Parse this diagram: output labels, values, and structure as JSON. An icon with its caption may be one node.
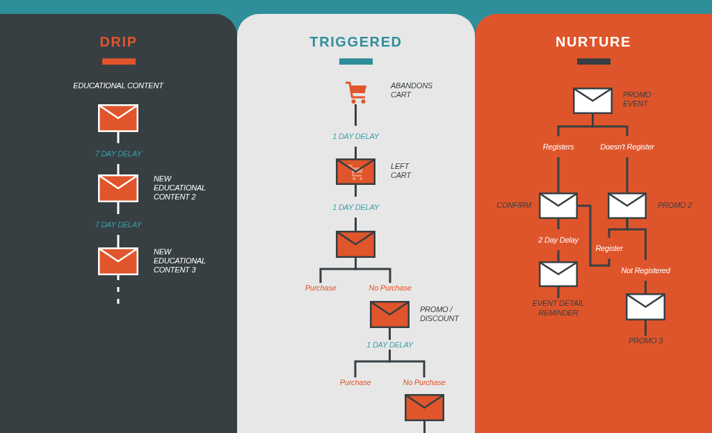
{
  "diagram": {
    "nodes": [
      {
        "text": [
          "DRIP"
        ]
      },
      {
        "text": [],
        "shape": "envelope",
        "beside": [
          "EDUCATIONAL CONTENT"
        ],
        "in": 0
      },
      {
        "text": [],
        "shape": "envelope",
        "beside": [
          "NEW EDUCATIONAL CONTENT 2"
        ],
        "in": 0
      },
      {
        "text": [],
        "shape": "envelope",
        "beside": [
          "NEW EDUCATIONAL CONTENT 3"
        ],
        "in": 0
      },
      {
        "text": [
          "TRIGGERED"
        ]
      },
      {
        "text": [],
        "shape": "cart",
        "beside": [
          "ABANDONS CART"
        ],
        "in": 4
      },
      {
        "text": [],
        "shape": "envelope",
        "beside": [
          "LEFT CART"
        ],
        "in": 4
      },
      {
        "text": [],
        "shape": "envelope",
        "in": 4
      },
      {
        "text": [
          "Purchase"
        ],
        "in": 4
      },
      {
        "text": [
          "No Purchase"
        ],
        "in": 4
      },
      {
        "text": [],
        "shape": "envelope",
        "beside": [
          "PROMO / DISCOUNT"
        ],
        "in": 4
      },
      {
        "text": [
          "1 DAY DELAY"
        ],
        "in": 4
      },
      {
        "text": [
          "Purchase"
        ],
        "in": 4
      },
      {
        "text": [
          "No Purchase"
        ],
        "in": 4
      },
      {
        "text": [],
        "shape": "envelope",
        "in": 4
      },
      {
        "text": [
          "NURTURE"
        ]
      },
      {
        "text": [],
        "shape": "envelope",
        "beside": [
          "PROMO EVENT"
        ],
        "in": 15
      },
      {
        "text": [],
        "shape": "envelope",
        "beside": [
          "CONFIRM"
        ],
        "in": 15
      },
      {
        "text": [],
        "shape": "envelope",
        "beside": [
          "PROMO 2"
        ],
        "in": 15
      },
      {
        "text": [],
        "shape": "envelope",
        "in": 15
      },
      {
        "text": [
          "EVENT DETAIL REMINDER"
        ],
        "in": 15
      },
      {
        "text": [],
        "shape": "envelope",
        "in": 15
      },
      {
        "text": [
          "PROMO 3"
        ],
        "in": 15
      }
    ],
    "edges": [
      {
        "from": 1,
        "to": 2,
        "arrow": "none",
        "label": "7 DAY DELAY",
        "color": "#ffffff"
      },
      {
        "from": 2,
        "to": 3,
        "arrow": "none",
        "label": "7 DAY DELAY",
        "color": "#ffffff"
      },
      {
        "from": 3,
        "to": null,
        "arrow": "none",
        "style": "dashed",
        "color": "#ffffff"
      },
      {
        "from": 5,
        "to": 6,
        "arrow": "none",
        "label": "1 DAY DELAY"
      },
      {
        "from": 6,
        "to": 7,
        "arrow": "none",
        "label": "1 DAY DELAY"
      },
      {
        "from": 7,
        "to": 8,
        "arrow": "none"
      },
      {
        "from": 7,
        "to": 9,
        "arrow": "none"
      },
      {
        "from": 10,
        "to": 11,
        "arrow": "none"
      },
      {
        "from": 11,
        "to": 12,
        "arrow": "none"
      },
      {
        "from": 11,
        "to": 13,
        "arrow": "none"
      },
      {
        "from": 14,
        "to": null,
        "arrow": "none"
      },
      {
        "from": 16,
        "to": 17,
        "arrow": "none",
        "label": "Registers"
      },
      {
        "from": 16,
        "to": 18,
        "arrow": "none",
        "label": "Doesn't Register"
      },
      {
        "from": 17,
        "to": 19,
        "arrow": "none",
        "label": "2 Day Delay"
      },
      {
        "from": 19,
        "to": 20,
        "arrow": "none"
      },
      {
        "from": 18,
        "to": 17,
        "arrow": "none",
        "label": "Register"
      },
      {
        "from": 18,
        "to": 21,
        "arrow": "none",
        "label": "Not Registered"
      },
      {
        "from": 21,
        "to": 22,
        "arrow": "none"
      }
    ]
  }
}
